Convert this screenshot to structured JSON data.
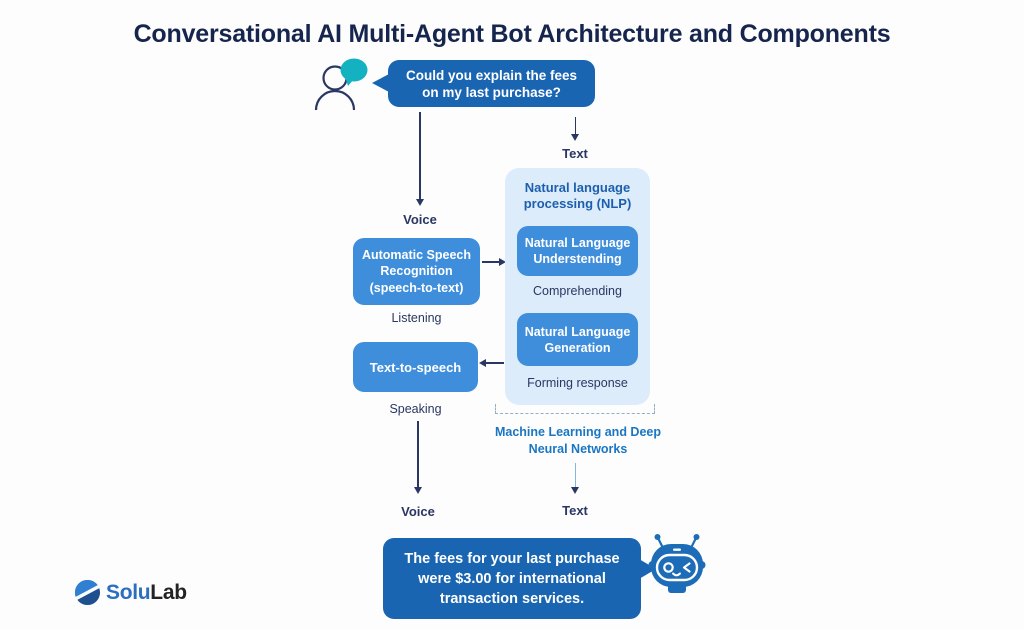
{
  "title": "Conversational AI Multi-Agent Bot Architecture and Components",
  "user_bubble": {
    "line1": "Could you explain the fees",
    "line2": "on my last purchase?"
  },
  "bot_bubble": {
    "line1": "The fees for your last purchase",
    "line2": "were $3.00 for international",
    "line3": "transaction services."
  },
  "labels": {
    "voice_in": "Voice",
    "text_in": "Text",
    "listening": "Listening",
    "speaking": "Speaking",
    "voice_out": "Voice",
    "text_out": "Text",
    "comprehending": "Comprehending",
    "forming_response": "Forming response"
  },
  "boxes": {
    "asr": {
      "line1": "Automatic Speech",
      "line2": "Recognition",
      "line3": "(speech-to-text)"
    },
    "tts": {
      "label": "Text-to-speech"
    },
    "nlp_heading": {
      "line1": "Natural language",
      "line2": "processing (NLP)"
    },
    "nlu": {
      "line1": "Natural Language",
      "line2": "Understending"
    },
    "nlg": {
      "line1": "Natural Language",
      "line2": "Generation"
    }
  },
  "ml_note": {
    "line1": "Machine Learning and Deep",
    "line2": "Neural Networks"
  },
  "brand": {
    "name_blue": "Solu",
    "name_dark": "Lab"
  },
  "colors": {
    "bubble_blue": "#1a65b2",
    "process_box_blue": "#3f8edc",
    "nlp_panel_blue": "#ddecfa",
    "teal_bubble": "#14b1c1",
    "navy_text": "#2a3763",
    "nlp_heading_blue": "#1d5fae",
    "ml_note_blue": "#1a76c3",
    "title_navy": "#16254d",
    "robot_blue": "#1d6cb8",
    "logo_blue": "#2a6fc0",
    "logo_dark": "#232323"
  }
}
